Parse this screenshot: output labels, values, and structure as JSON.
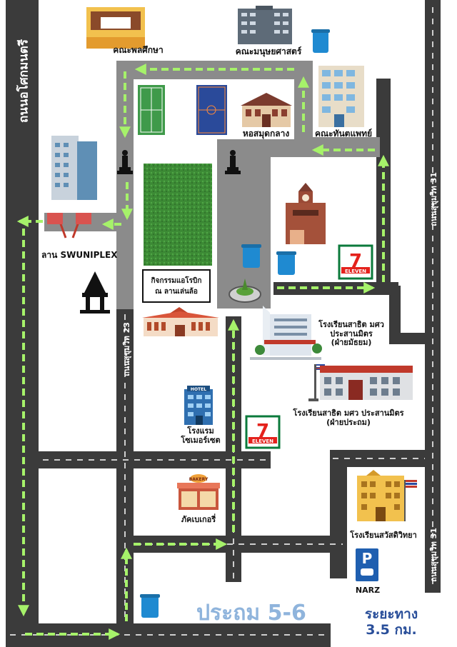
{
  "colors": {
    "road": "#3b3b3b",
    "walkway": "#8b8b8b",
    "route": "#a6f26a",
    "lane": "#ffffff",
    "title": "#8fb4dc",
    "distance": "#2a4f9a",
    "grass": "#3c8a35"
  },
  "roads": {
    "okhot": "ถนนอโศกมนตรี",
    "soi23": "ถนนสุขุมวิท 23",
    "soi31_top": "ถนนสุขุมวิท 31",
    "soi31_bottom": "ถนนสุขุมวิท 31"
  },
  "places": {
    "physed": "คณะพลศึกษา",
    "humanities": "คณะมนุษยศาสตร์",
    "dentistry": "คณะทันตแพทย์",
    "library": "หอสมุดกลาง",
    "swuniplex": "ลาน SWUNIPLEX",
    "aerobic": [
      "กิจกรรมแอโรบิก",
      "ณ ลานเล่นล้อ"
    ],
    "school_secondary": [
      "โรงเรียนสาธิต  มศว",
      "ประสานมิตร",
      "(ฝ่ายมัธยม)"
    ],
    "school_primary": [
      "โรงเรียนสาธิต  มศว ประสานมิตร",
      "(ฝ่ายประถม)"
    ],
    "hotel": [
      "โรงแรม",
      "โซเมอร์เซต"
    ],
    "bakery": "ภัคเบเกอรี่",
    "sawasdi": "โรงเรียนสวัสดิวิทยา",
    "narz": "NARZ"
  },
  "signs": {
    "parking": "P",
    "seven_brand": "ELEVEN",
    "bakery_sign": "BAKERY",
    "hotel_sign": "HOTEL"
  },
  "title": "ประถม 5-6",
  "distance": [
    "ระยะทาง",
    "3.5 กม."
  ],
  "icons": [
    "building-icon",
    "stadium-icon",
    "trash-bin-icon",
    "seven-eleven-icon",
    "parking-icon",
    "statue-icon",
    "flag-icon",
    "clock-tower-icon",
    "shrine-icon",
    "fountain-icon",
    "bakery-icon",
    "hotel-icon"
  ]
}
